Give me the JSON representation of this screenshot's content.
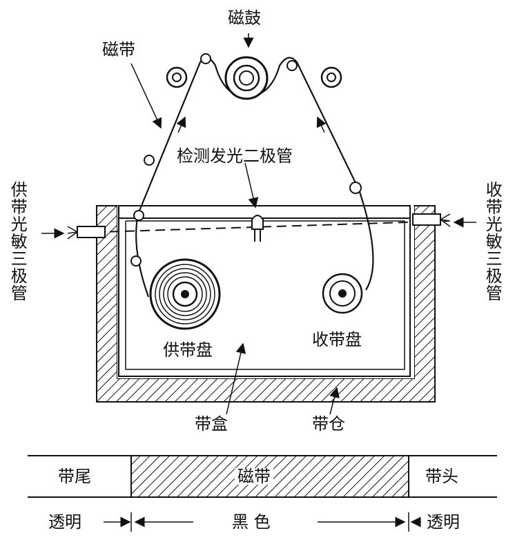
{
  "labels": {
    "drum": "磁鼓",
    "tape": "磁带",
    "detect_led": "检测发光二极管",
    "supply_sensor": "供带光敏三极管",
    "takeup_sensor": "收带光敏三极管",
    "supply_reel": "供带盘",
    "takeup_reel": "收带盘",
    "cassette": "带盒",
    "compartment": "带仓"
  },
  "tape_strip": {
    "tail": "带尾",
    "tape": "磁带",
    "head": "带头",
    "left_note": "透明",
    "middle_note": "黑 色",
    "right_note": "透明"
  },
  "colors": {
    "ink": "#111111",
    "paper": "#ffffff"
  }
}
